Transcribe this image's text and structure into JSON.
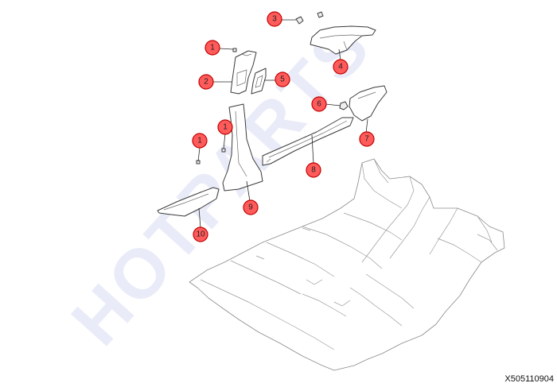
{
  "watermark": "HOTPARTS",
  "diagram_code": "X505110904",
  "callouts": [
    {
      "id": "c1a",
      "label": "1"
    },
    {
      "id": "c1b",
      "label": "1"
    },
    {
      "id": "c1c",
      "label": "1"
    },
    {
      "id": "c2",
      "label": "2"
    },
    {
      "id": "c3",
      "label": "3"
    },
    {
      "id": "c4",
      "label": "4"
    },
    {
      "id": "c5",
      "label": "5"
    },
    {
      "id": "c6",
      "label": "6"
    },
    {
      "id": "c7",
      "label": "7"
    },
    {
      "id": "c8",
      "label": "8"
    },
    {
      "id": "c9",
      "label": "9"
    },
    {
      "id": "c10",
      "label": "10"
    }
  ],
  "colors": {
    "callout_fill": "#ff5b5b",
    "callout_stroke": "#c00000",
    "watermark": "#e9ecf8"
  }
}
